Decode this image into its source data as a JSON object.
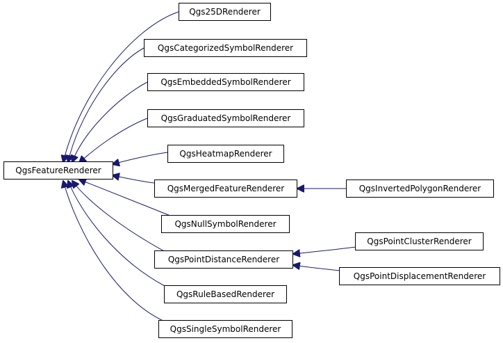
{
  "colors": {
    "edge": "#191970",
    "node_border": "#000000",
    "node_fill": "#ffffff"
  },
  "nodes": {
    "feature_renderer": "QgsFeatureRenderer",
    "r25d": "Qgs25DRenderer",
    "categorized": "QgsCategorizedSymbolRenderer",
    "embedded": "QgsEmbeddedSymbolRenderer",
    "graduated": "QgsGraduatedSymbolRenderer",
    "heatmap": "QgsHeatmapRenderer",
    "merged": "QgsMergedFeatureRenderer",
    "null_symbol": "QgsNullSymbolRenderer",
    "point_distance": "QgsPointDistanceRenderer",
    "rule_based": "QgsRuleBasedRenderer",
    "single_symbol": "QgsSingleSymbolRenderer",
    "inverted_polygon": "QgsInvertedPolygonRenderer",
    "point_cluster": "QgsPointClusterRenderer",
    "point_displacement": "QgsPointDisplacementRenderer"
  },
  "edges": [
    {
      "from": "r25d",
      "to": "feature_renderer"
    },
    {
      "from": "categorized",
      "to": "feature_renderer"
    },
    {
      "from": "embedded",
      "to": "feature_renderer"
    },
    {
      "from": "graduated",
      "to": "feature_renderer"
    },
    {
      "from": "heatmap",
      "to": "feature_renderer"
    },
    {
      "from": "merged",
      "to": "feature_renderer"
    },
    {
      "from": "null_symbol",
      "to": "feature_renderer"
    },
    {
      "from": "point_distance",
      "to": "feature_renderer"
    },
    {
      "from": "rule_based",
      "to": "feature_renderer"
    },
    {
      "from": "single_symbol",
      "to": "feature_renderer"
    },
    {
      "from": "inverted_polygon",
      "to": "merged"
    },
    {
      "from": "point_cluster",
      "to": "point_distance"
    },
    {
      "from": "point_displacement",
      "to": "point_distance"
    }
  ]
}
